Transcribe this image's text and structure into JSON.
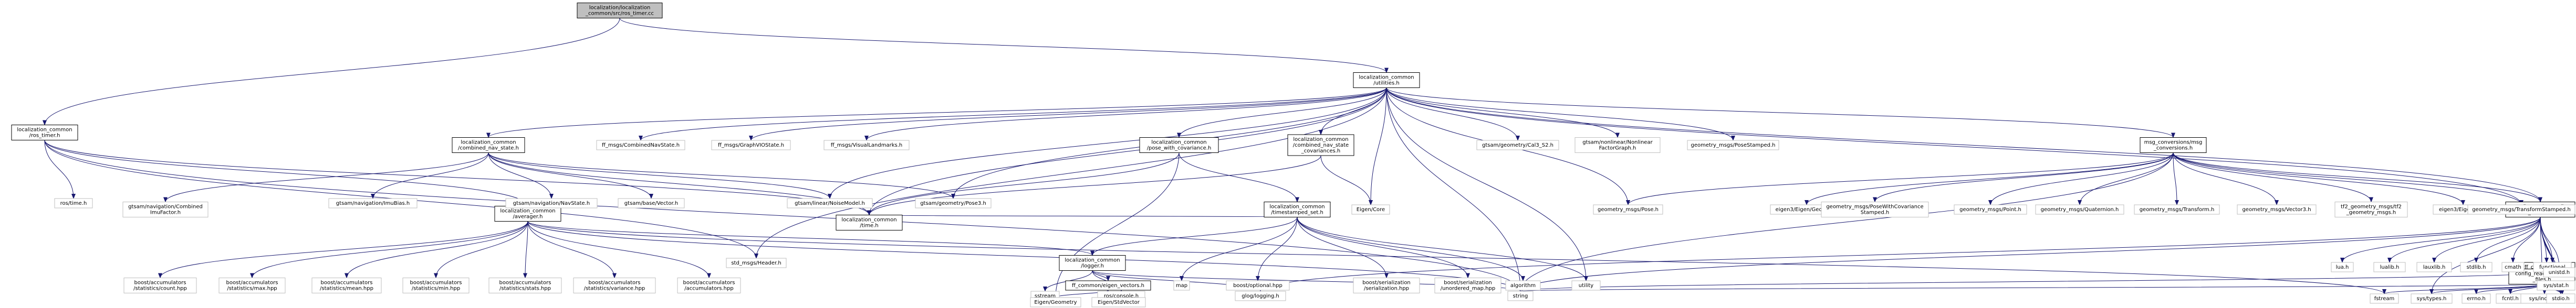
{
  "graph": {
    "edge_color": "#191970",
    "root_fill": "#bfbfbf",
    "nodes": [
      {
        "id": "root",
        "lines": [
          "localization/localization",
          "_common/src/ros_timer.cc"
        ],
        "kind": "root"
      },
      {
        "id": "ros_timer_h",
        "lines": [
          "localization_common",
          "/ros_timer.h"
        ],
        "kind": "doc"
      },
      {
        "id": "utilities_h",
        "lines": [
          "localization_common",
          "/utilities.h"
        ],
        "kind": "doc"
      },
      {
        "id": "combined_nav_state_h",
        "lines": [
          "localization_common",
          "/combined_nav_state.h"
        ],
        "kind": "doc"
      },
      {
        "id": "pose_with_covariance_h",
        "lines": [
          "localization_common",
          "/pose_with_covariance.h"
        ],
        "kind": "doc"
      },
      {
        "id": "combined_nav_state_covariances_h",
        "lines": [
          "localization_common",
          "/combined_nav_state",
          "_covariances.h"
        ],
        "kind": "doc"
      },
      {
        "id": "timestamped_set_h",
        "lines": [
          "localization_common",
          "/timestamped_set.h"
        ],
        "kind": "doc"
      },
      {
        "id": "logger_h",
        "lines": [
          "localization_common",
          "/logger.h"
        ],
        "kind": "doc"
      },
      {
        "id": "averager_h",
        "lines": [
          "localization_common",
          "/averager.h"
        ],
        "kind": "doc"
      },
      {
        "id": "time_h",
        "lines": [
          "localization_common",
          "/time.h"
        ],
        "kind": "doc"
      },
      {
        "id": "eigen_vectors_h",
        "lines": [
          "ff_common/eigen_vectors.h"
        ],
        "kind": "doc"
      },
      {
        "id": "msg_conversions_h",
        "lines": [
          "msg_conversions/msg",
          "_conversions.h"
        ],
        "kind": "doc"
      },
      {
        "id": "config_reader_h",
        "lines": [
          "config_reader/config",
          "_reader.h"
        ],
        "kind": "doc"
      },
      {
        "id": "ff_common_init_h",
        "lines": [
          "ff_common/init.h"
        ],
        "kind": "doc"
      },
      {
        "id": "watch_files_h",
        "lines": [
          "config_reader/watch",
          "_files.h"
        ],
        "kind": "doc"
      },
      {
        "id": "ros_time_h",
        "lines": [
          "ros/time.h"
        ],
        "kind": "sys"
      },
      {
        "id": "combined_imu_factor_h",
        "lines": [
          "gtsam/navigation/Combined",
          "ImuFactor.h"
        ],
        "kind": "sys"
      },
      {
        "id": "imu_bias_h",
        "lines": [
          "gtsam/navigation/ImuBias.h"
        ],
        "kind": "sys"
      },
      {
        "id": "navstate_h",
        "lines": [
          "gtsam/navigation/NavState.h"
        ],
        "kind": "sys"
      },
      {
        "id": "vector_h",
        "lines": [
          "gtsam/base/Vector.h"
        ],
        "kind": "sys"
      },
      {
        "id": "noise_model_h",
        "lines": [
          "gtsam/linear/NoiseModel.h"
        ],
        "kind": "sys"
      },
      {
        "id": "pose3_h",
        "lines": [
          "gtsam/geometry/Pose3.h"
        ],
        "kind": "sys"
      },
      {
        "id": "combined_nav_state_msg",
        "lines": [
          "ff_msgs/CombinedNavState.h"
        ],
        "kind": "sys"
      },
      {
        "id": "graph_vio_state_msg",
        "lines": [
          "ff_msgs/GraphVIOState.h"
        ],
        "kind": "sys"
      },
      {
        "id": "visual_landmarks_msg",
        "lines": [
          "ff_msgs/VisualLandmarks.h"
        ],
        "kind": "sys"
      },
      {
        "id": "cal3_s2_h",
        "lines": [
          "gtsam/geometry/Cal3_S2.h"
        ],
        "kind": "sys"
      },
      {
        "id": "nonlinear_factor_graph_h",
        "lines": [
          "gtsam/nonlinear/Nonlinear",
          "FactorGraph.h"
        ],
        "kind": "sys"
      },
      {
        "id": "pose_stamped_msg",
        "lines": [
          "geometry_msgs/PoseStamped.h"
        ],
        "kind": "sys"
      },
      {
        "id": "header_msg",
        "lines": [
          "std_msgs/Header.h"
        ],
        "kind": "sys"
      },
      {
        "id": "eigen_core",
        "lines": [
          "Eigen/Core"
        ],
        "kind": "sys"
      },
      {
        "id": "pose_msg",
        "lines": [
          "geometry_msgs/Pose.h"
        ],
        "kind": "sys"
      },
      {
        "id": "map",
        "lines": [
          "map"
        ],
        "kind": "sys"
      },
      {
        "id": "boost_optional",
        "lines": [
          "boost/optional.hpp"
        ],
        "kind": "sys"
      },
      {
        "id": "boost_serialization",
        "lines": [
          "boost/serialization",
          "/serialization.hpp"
        ],
        "kind": "sys"
      },
      {
        "id": "boost_unordered_map",
        "lines": [
          "boost/serialization",
          "/unordered_map.hpp"
        ],
        "kind": "sys"
      },
      {
        "id": "algorithm",
        "lines": [
          "algorithm"
        ],
        "kind": "sys"
      },
      {
        "id": "utility",
        "lines": [
          "utility"
        ],
        "kind": "sys"
      },
      {
        "id": "sstream",
        "lines": [
          "sstream"
        ],
        "kind": "sys"
      },
      {
        "id": "ros_console",
        "lines": [
          "ros/console.h"
        ],
        "kind": "sys"
      },
      {
        "id": "glog",
        "lines": [
          "glog/logging.h"
        ],
        "kind": "sys"
      },
      {
        "id": "string",
        "lines": [
          "string"
        ],
        "kind": "sys"
      },
      {
        "id": "eigen_geometry",
        "lines": [
          "Eigen/Geometry"
        ],
        "kind": "sys"
      },
      {
        "id": "eigen_stdvector",
        "lines": [
          "Eigen/StdVector"
        ],
        "kind": "sys"
      },
      {
        "id": "acc_count",
        "lines": [
          "boost/accumulators",
          "/statistics/count.hpp"
        ],
        "kind": "sys"
      },
      {
        "id": "acc_max",
        "lines": [
          "boost/accumulators",
          "/statistics/max.hpp"
        ],
        "kind": "sys"
      },
      {
        "id": "acc_mean",
        "lines": [
          "boost/accumulators",
          "/statistics/mean.hpp"
        ],
        "kind": "sys"
      },
      {
        "id": "acc_min",
        "lines": [
          "boost/accumulators",
          "/statistics/min.hpp"
        ],
        "kind": "sys"
      },
      {
        "id": "acc_stats",
        "lines": [
          "boost/accumulators",
          "/statistics/stats.hpp"
        ],
        "kind": "sys"
      },
      {
        "id": "acc_variance",
        "lines": [
          "boost/accumulators",
          "/statistics/variance.hpp"
        ],
        "kind": "sys"
      },
      {
        "id": "accumulators",
        "lines": [
          "boost/accumulators",
          "/accumulators.hpp"
        ],
        "kind": "sys"
      },
      {
        "id": "eigen_geometry_cap",
        "lines": [
          "eigen3/Eigen/Geometry"
        ],
        "kind": "sys"
      },
      {
        "id": "pose_with_cov_stamped_msg",
        "lines": [
          "geometry_msgs/PoseWithCovariance",
          "Stamped.h"
        ],
        "kind": "sys"
      },
      {
        "id": "point_msg",
        "lines": [
          "geometry_msgs/Point.h"
        ],
        "kind": "sys"
      },
      {
        "id": "quaternion_msg",
        "lines": [
          "geometry_msgs/Quaternion.h"
        ],
        "kind": "sys"
      },
      {
        "id": "transform_msg",
        "lines": [
          "geometry_msgs/Transform.h"
        ],
        "kind": "sys"
      },
      {
        "id": "vector3_msg",
        "lines": [
          "geometry_msgs/Vector3.h"
        ],
        "kind": "sys"
      },
      {
        "id": "tf2_geometry_msgs",
        "lines": [
          "tf2_geometry_msgs/tf2",
          "_geometry_msgs.h"
        ],
        "kind": "sys"
      },
      {
        "id": "eigen3_core",
        "lines": [
          "eigen3/Eigen/Core"
        ],
        "kind": "sys"
      },
      {
        "id": "transform_stamped_msg",
        "lines": [
          "geometry_msgs/TransformStamped.h"
        ],
        "kind": "sys"
      },
      {
        "id": "lua_h",
        "lines": [
          "lua.h"
        ],
        "kind": "sys"
      },
      {
        "id": "lualib_h",
        "lines": [
          "lualib.h"
        ],
        "kind": "sys"
      },
      {
        "id": "lauxlib_h",
        "lines": [
          "lauxlib.h"
        ],
        "kind": "sys"
      },
      {
        "id": "stdlib_h",
        "lines": [
          "stdlib.h"
        ],
        "kind": "sys"
      },
      {
        "id": "cmath",
        "lines": [
          "cmath"
        ],
        "kind": "sys"
      },
      {
        "id": "functional",
        "lines": [
          "functional"
        ],
        "kind": "sys"
      },
      {
        "id": "vector",
        "lines": [
          "vector"
        ],
        "kind": "sys"
      },
      {
        "id": "fstream",
        "lines": [
          "fstream"
        ],
        "kind": "sys"
      },
      {
        "id": "sys_types",
        "lines": [
          "sys/types.h"
        ],
        "kind": "sys"
      },
      {
        "id": "errno_h",
        "lines": [
          "errno.h"
        ],
        "kind": "sys"
      },
      {
        "id": "fcntl_h",
        "lines": [
          "fcntl.h"
        ],
        "kind": "sys"
      },
      {
        "id": "sys_inotify",
        "lines": [
          "sys/inotify.h"
        ],
        "kind": "sys"
      },
      {
        "id": "stdio_h",
        "lines": [
          "stdio.h"
        ],
        "kind": "sys"
      },
      {
        "id": "sys_stat",
        "lines": [
          "sys/stat.h"
        ],
        "kind": "sys"
      },
      {
        "id": "unistd_h",
        "lines": [
          "unistd.h"
        ],
        "kind": "sys"
      }
    ],
    "edges": [
      [
        "root",
        "ros_timer_h"
      ],
      [
        "root",
        "utilities_h"
      ],
      [
        "ros_timer_h",
        "averager_h"
      ],
      [
        "ros_timer_h",
        "time_h"
      ],
      [
        "ros_timer_h",
        "ros_time_h"
      ],
      [
        "ros_timer_h",
        "string"
      ],
      [
        "ros_timer_h",
        "header_msg"
      ],
      [
        "utilities_h",
        "combined_nav_state_h"
      ],
      [
        "utilities_h",
        "pose_with_covariance_h"
      ],
      [
        "utilities_h",
        "combined_nav_state_covariances_h"
      ],
      [
        "utilities_h",
        "time_h"
      ],
      [
        "utilities_h",
        "msg_conversions_h"
      ],
      [
        "utilities_h",
        "config_reader_h"
      ],
      [
        "utilities_h",
        "combined_nav_state_msg"
      ],
      [
        "utilities_h",
        "graph_vio_state_msg"
      ],
      [
        "utilities_h",
        "visual_landmarks_msg"
      ],
      [
        "utilities_h",
        "cal3_s2_h"
      ],
      [
        "utilities_h",
        "nonlinear_factor_graph_h"
      ],
      [
        "utilities_h",
        "pose_stamped_msg"
      ],
      [
        "utilities_h",
        "pose_msg"
      ],
      [
        "utilities_h",
        "header_msg"
      ],
      [
        "utilities_h",
        "eigen_core"
      ],
      [
        "utilities_h",
        "string"
      ],
      [
        "utilities_h",
        "utility"
      ],
      [
        "utilities_h",
        "transform_stamped_msg"
      ],
      [
        "utilities_h",
        "pose3_h"
      ],
      [
        "utilities_h",
        "noise_model_h"
      ],
      [
        "combined_nav_state_h",
        "time_h"
      ],
      [
        "combined_nav_state_h",
        "combined_imu_factor_h"
      ],
      [
        "combined_nav_state_h",
        "imu_bias_h"
      ],
      [
        "combined_nav_state_h",
        "navstate_h"
      ],
      [
        "combined_nav_state_h",
        "vector_h"
      ],
      [
        "combined_nav_state_h",
        "noise_model_h"
      ],
      [
        "combined_nav_state_h",
        "pose3_h"
      ],
      [
        "pose_with_covariance_h",
        "time_h"
      ],
      [
        "pose_with_covariance_h",
        "timestamped_set_h"
      ],
      [
        "pose_with_covariance_h",
        "eigen_geometry"
      ],
      [
        "combined_nav_state_covariances_h",
        "time_h"
      ],
      [
        "combined_nav_state_covariances_h",
        "eigen_core"
      ],
      [
        "timestamped_set_h",
        "time_h"
      ],
      [
        "timestamped_set_h",
        "logger_h"
      ],
      [
        "timestamped_set_h",
        "map"
      ],
      [
        "timestamped_set_h",
        "boost_optional"
      ],
      [
        "timestamped_set_h",
        "boost_serialization"
      ],
      [
        "timestamped_set_h",
        "boost_unordered_map"
      ],
      [
        "timestamped_set_h",
        "algorithm"
      ],
      [
        "timestamped_set_h",
        "utility"
      ],
      [
        "logger_h",
        "eigen_vectors_h"
      ],
      [
        "logger_h",
        "sstream"
      ],
      [
        "logger_h",
        "ros_console"
      ],
      [
        "logger_h",
        "glog"
      ],
      [
        "logger_h",
        "string"
      ],
      [
        "eigen_vectors_h",
        "eigen_geometry"
      ],
      [
        "eigen_vectors_h",
        "eigen_stdvector"
      ],
      [
        "averager_h",
        "logger_h"
      ],
      [
        "averager_h",
        "acc_count"
      ],
      [
        "averager_h",
        "acc_max"
      ],
      [
        "averager_h",
        "acc_mean"
      ],
      [
        "averager_h",
        "acc_min"
      ],
      [
        "averager_h",
        "acc_stats"
      ],
      [
        "averager_h",
        "acc_variance"
      ],
      [
        "averager_h",
        "accumulators"
      ],
      [
        "averager_h",
        "fstream"
      ],
      [
        "averager_h",
        "string"
      ],
      [
        "msg_conversions_h",
        "eigen_geometry_cap"
      ],
      [
        "msg_conversions_h",
        "pose_with_cov_stamped_msg"
      ],
      [
        "msg_conversions_h",
        "point_msg"
      ],
      [
        "msg_conversions_h",
        "quaternion_msg"
      ],
      [
        "msg_conversions_h",
        "transform_msg"
      ],
      [
        "msg_conversions_h",
        "vector3_msg"
      ],
      [
        "msg_conversions_h",
        "tf2_geometry_msgs"
      ],
      [
        "msg_conversions_h",
        "eigen3_core"
      ],
      [
        "msg_conversions_h",
        "transform_stamped_msg"
      ],
      [
        "msg_conversions_h",
        "pose_msg"
      ],
      [
        "msg_conversions_h",
        "config_reader_h"
      ],
      [
        "msg_conversions_h",
        "string"
      ],
      [
        "config_reader_h",
        "ff_common_init_h"
      ],
      [
        "config_reader_h",
        "watch_files_h"
      ],
      [
        "config_reader_h",
        "lua_h"
      ],
      [
        "config_reader_h",
        "lualib_h"
      ],
      [
        "config_reader_h",
        "lauxlib_h"
      ],
      [
        "config_reader_h",
        "stdlib_h"
      ],
      [
        "config_reader_h",
        "cmath"
      ],
      [
        "config_reader_h",
        "functional"
      ],
      [
        "config_reader_h",
        "string"
      ],
      [
        "config_reader_h",
        "vector"
      ],
      [
        "config_reader_h",
        "glog"
      ],
      [
        "config_reader_h",
        "sys_types"
      ],
      [
        "config_reader_h",
        "stdio_h"
      ],
      [
        "config_reader_h",
        "sys_stat"
      ],
      [
        "config_reader_h",
        "unistd_h"
      ],
      [
        "ff_common_init_h",
        "string"
      ],
      [
        "ff_common_init_h",
        "vector"
      ],
      [
        "watch_files_h",
        "string"
      ],
      [
        "watch_files_h",
        "vector"
      ],
      [
        "watch_files_h",
        "fstream"
      ],
      [
        "watch_files_h",
        "sys_types"
      ],
      [
        "watch_files_h",
        "errno_h"
      ],
      [
        "watch_files_h",
        "fcntl_h"
      ],
      [
        "watch_files_h",
        "sys_inotify"
      ],
      [
        "watch_files_h",
        "stdio_h"
      ],
      [
        "watch_files_h",
        "sys_stat"
      ],
      [
        "watch_files_h",
        "unistd_h"
      ]
    ]
  }
}
